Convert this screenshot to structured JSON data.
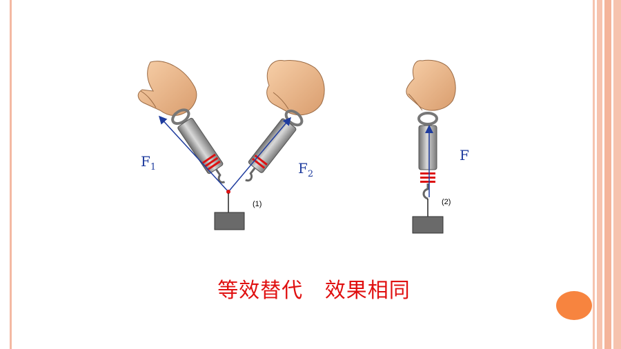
{
  "figure1": {
    "label_f1": "F",
    "label_f1_sub": "1",
    "label_f2": "F",
    "label_f2_sub": "2",
    "number": "(1)"
  },
  "figure2": {
    "label_f": "F",
    "number": "(2)"
  },
  "caption": "等效替代   效果相同",
  "colors": {
    "accent_stripes": "#f6c3ae",
    "dot": "#f7843f",
    "caption": "#e01010",
    "force_label": "#1f3c9e"
  }
}
